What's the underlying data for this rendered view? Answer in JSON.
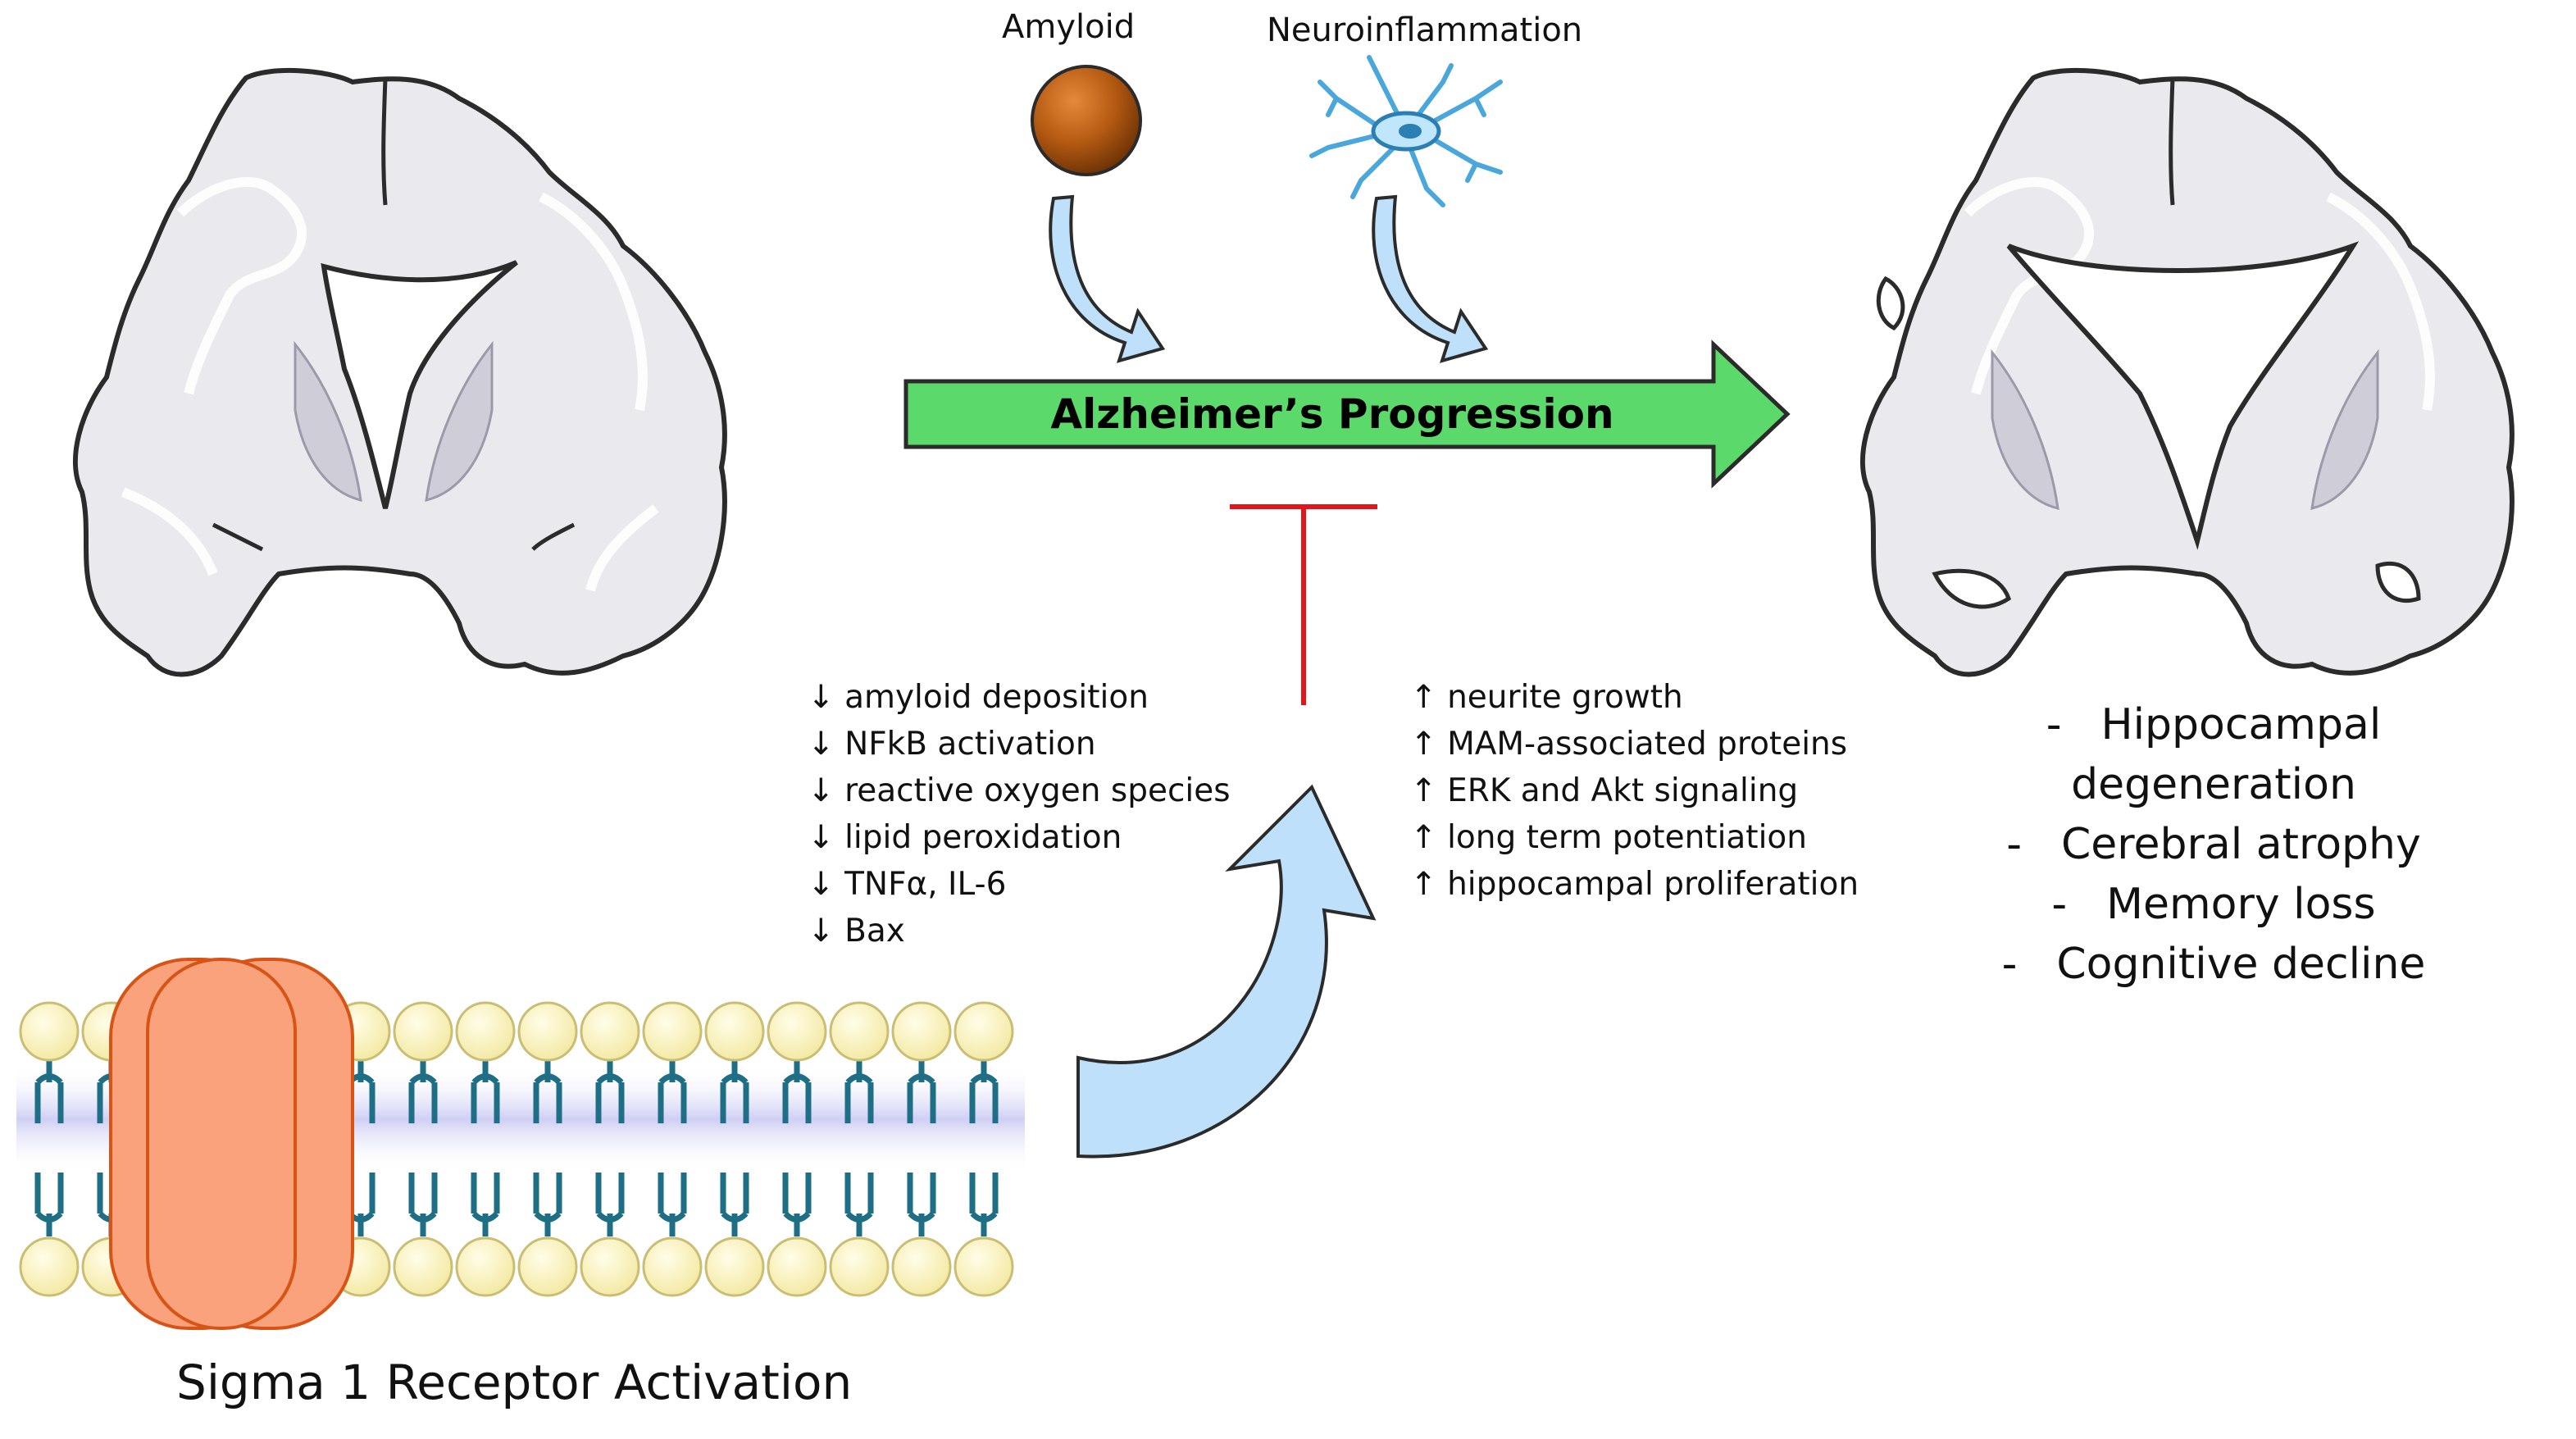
{
  "labels": {
    "amyloid": "Amyloid",
    "neuroinflammation": "Neuroinflammation",
    "progression": "Alzheimer’s Progression",
    "receptor_activation": "Sigma 1 Receptor Activation"
  },
  "decreased_effects": [
    "↓ amyloid deposition",
    "↓ NFkB activation",
    "↓ reactive oxygen species",
    "↓ lipid peroxidation",
    "↓ TNFα, IL-6",
    "↓ Bax"
  ],
  "increased_effects": [
    "↑ neurite growth",
    "↑ MAM-associated proteins",
    "↑ ERK and Akt signaling",
    "↑ long term potentiation",
    "↑ hippocampal proliferation"
  ],
  "outcomes": [
    {
      "dash": "-",
      "text": "Hippocampal"
    },
    {
      "dash": "",
      "text": "degeneration"
    },
    {
      "dash": "-",
      "text": "Cerebral atrophy"
    },
    {
      "dash": "-",
      "text": "Memory loss"
    },
    {
      "dash": "-",
      "text": "Cognitive decline"
    }
  ],
  "colors": {
    "progression_arrow": "#5BD96B",
    "inhibition": "#E3141B",
    "curved_arrow": "#BFE0FA",
    "receptor": "#F9A27C",
    "lipid_head": "#FBF4B9",
    "lipid_tail": "#1E6E86",
    "membrane_band": "#D4D4F6",
    "amyloid": "#B55A12",
    "brain_fill": "#E9E9EE"
  },
  "icons": {
    "left_brain": "healthy-brain-section-icon",
    "right_brain": "atrophied-brain-section-icon",
    "amyloid": "amyloid-sphere-icon",
    "glia": "microglia-cell-icon"
  }
}
